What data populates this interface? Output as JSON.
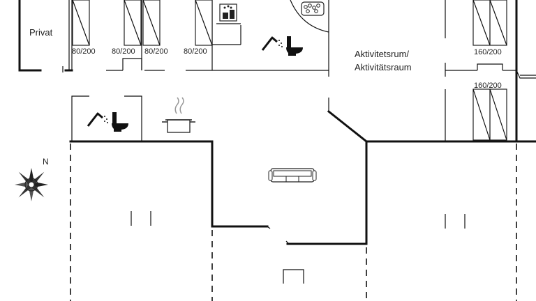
{
  "rooms": {
    "private_label": "Privat",
    "activity_label_line1": "Aktivitetsrum/",
    "activity_label_line2": "Aktivitätsraum"
  },
  "beds": {
    "bed1": "80/200",
    "bed2": "80/200",
    "bed3": "80/200",
    "bed4": "80/200",
    "bed5": "160/200",
    "bed6": "160/200"
  },
  "compass": {
    "north_label": "N"
  },
  "icons": [
    "shower-icon",
    "toilet-icon",
    "spa-tub-icon",
    "cooking-pot-icon",
    "sofa-icon",
    "chair-icon",
    "compass-rose-icon",
    "sauna-heater-icon"
  ]
}
